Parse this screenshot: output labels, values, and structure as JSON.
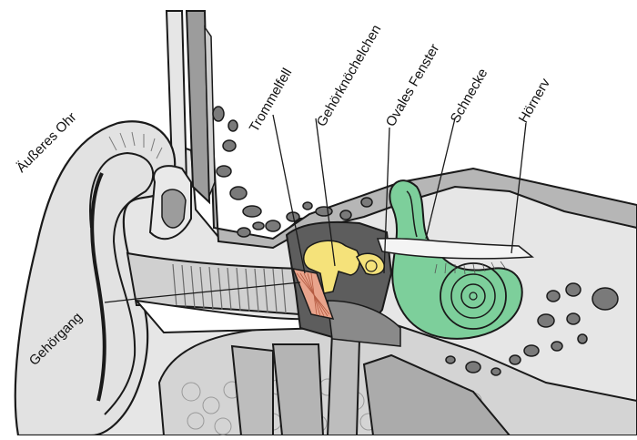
{
  "labels": {
    "outer_ear": "Äußeres Ohr",
    "ear_canal": "Gehörgang",
    "eardrum": "Trommelfell",
    "ossicles": "Gehörknöchelchen",
    "oval_window": "Ovales Fenster",
    "cochlea": "Schnecke",
    "auditory_nerve": "Hörnerv"
  },
  "colors": {
    "tissue": "#e6e6e6",
    "bone_dark": "#7a7a7a",
    "bone_mid": "#a9a9a9",
    "cavity": "#5d5d5d",
    "ossicles": "#f5e27a",
    "cochlea": "#7dcf9b",
    "eardrum": "#e9a48c",
    "nerve": "#f4f4f4",
    "outline": "#1a1a1a"
  }
}
